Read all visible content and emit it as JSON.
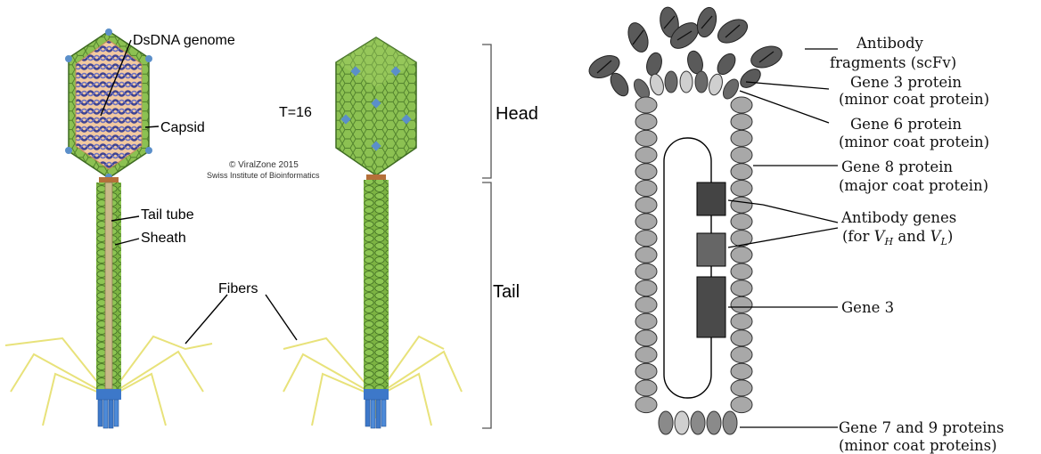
{
  "left_panel": {
    "labels": {
      "dsdna": "DsDNA genome",
      "capsid": "Capsid",
      "tail_tube": "Tail tube",
      "sheath": "Sheath",
      "fibers": "Fibers",
      "t16": "T=16",
      "credit1": "© ViralZone 2015",
      "credit2": "Swiss Institute of Bioinformatics",
      "head": "Head",
      "tail": "Tail"
    },
    "colors": {
      "capsid_green": "#8cc152",
      "capsid_dark": "#4f7f2c",
      "dna_blue": "#4a4fa3",
      "capsid_inner": "#f2c9a0",
      "tail_green": "#7cb342",
      "fiber_yellow": "#e8e27a",
      "baseplate_blue": "#3d78c9",
      "vertex_blue": "#5b8fc9",
      "collar_brown": "#b5703a"
    }
  },
  "right_panel": {
    "labels": {
      "antibody1": "Antibody",
      "antibody2": "fragments (scFv)",
      "gene3p1": "Gene 3 protein",
      "gene3p2": "(minor coat protein)",
      "gene6p1": "Gene 6 protein",
      "gene6p2": "(minor coat protein)",
      "gene8p1": "Gene 8 protein",
      "gene8p2": "(major coat protein)",
      "abgenes1": "Antibody genes",
      "abgenes2_a": "(for ",
      "vh_v": "V",
      "vh_sub": "H",
      "abgenes2_b": " and ",
      "vl_v": "V",
      "vl_sub": "L",
      "abgenes2_c": ")",
      "gene3": "Gene 3",
      "gene79a": "Gene 7 and 9 proteins",
      "gene79b": "(minor coat proteins)"
    },
    "colors": {
      "coat_gray": "#a8a8a8",
      "scfv_dark": "#5a5a5a",
      "light_gray": "#cfcfcf",
      "gene_block": "#4a4a4a"
    }
  }
}
